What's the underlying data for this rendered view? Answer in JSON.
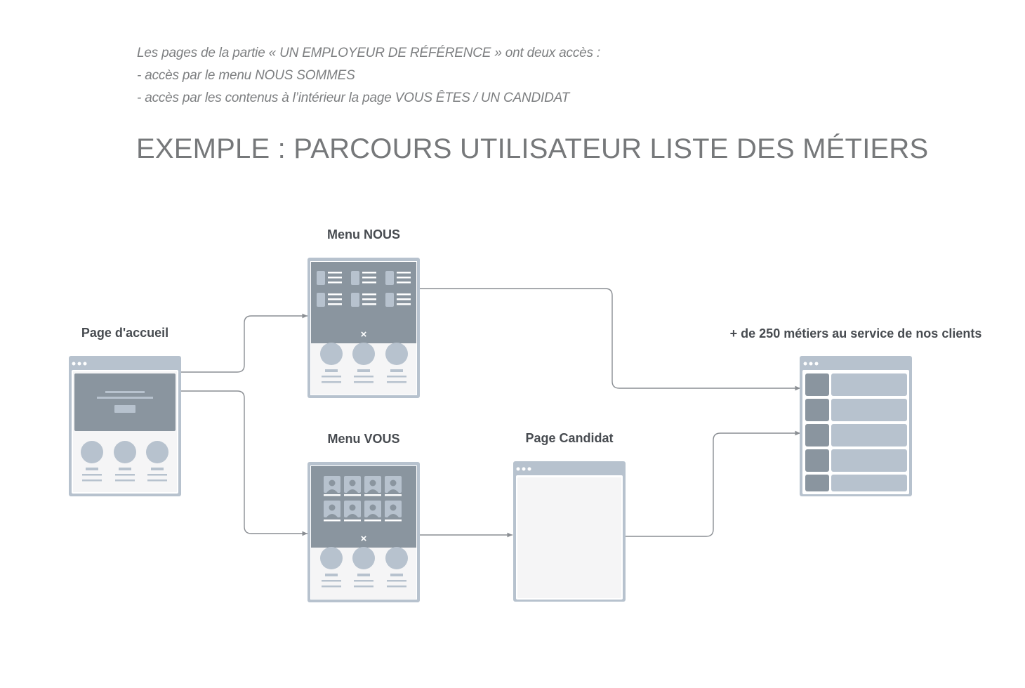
{
  "intro": {
    "line1": "Les pages de la partie « UN EMPLOYEUR DE RÉFÉRENCE » ont deux accès :",
    "line2": "- accès par le menu NOUS SOMMES",
    "line3": "- accès par les contenus à l’intérieur la page VOUS ÊTES / UN CANDIDAT"
  },
  "title": "EXEMPLE : PARCOURS UTILISATEUR LISTE DES MÉTIERS",
  "nodes": {
    "home": {
      "label": "Page d'accueil",
      "close_glyph": ""
    },
    "menu_nous": {
      "label": "Menu NOUS",
      "close_glyph": "×"
    },
    "menu_vous": {
      "label": "Menu VOUS",
      "close_glyph": "×"
    },
    "candidat": {
      "label": "Page Candidat"
    },
    "metiers": {
      "label": "+ de 250 métiers au service de nos clients"
    }
  },
  "colors": {
    "frame": "#b7c2ce",
    "dark_panel": "#8a959f",
    "inner_light": "#f5f5f6",
    "connector": "#8a8e93",
    "label": "#474b50"
  }
}
